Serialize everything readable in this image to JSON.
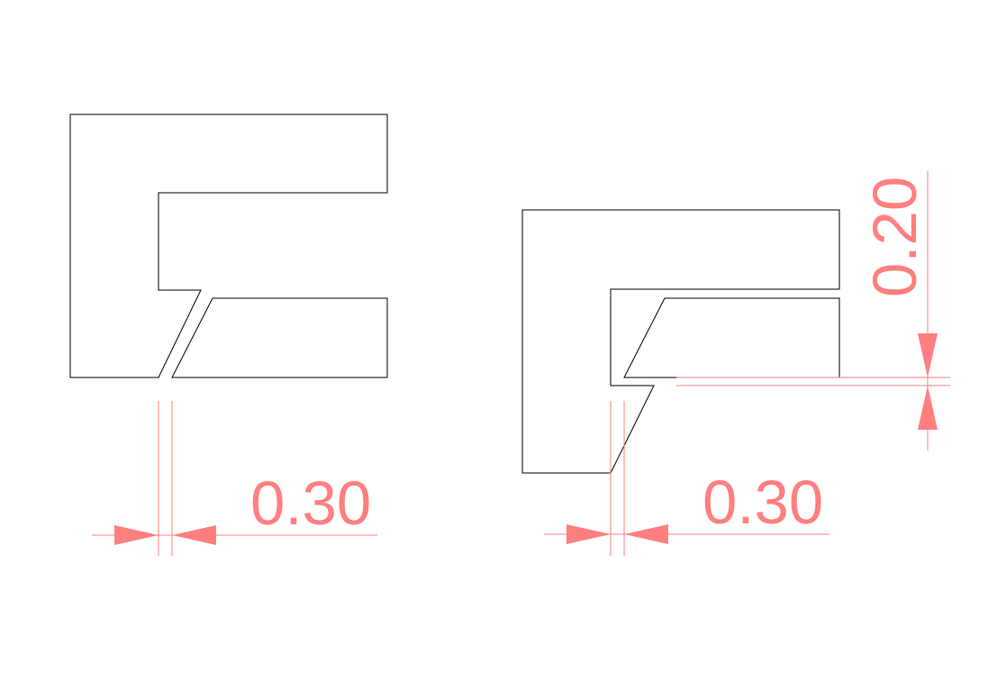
{
  "dimensions": {
    "left_gap": "0.30",
    "right_gap": "0.30",
    "right_offset": "0.20"
  },
  "colors": {
    "outline": "#000000",
    "dimension": "#ff7f7f",
    "background": "#ffffff"
  }
}
